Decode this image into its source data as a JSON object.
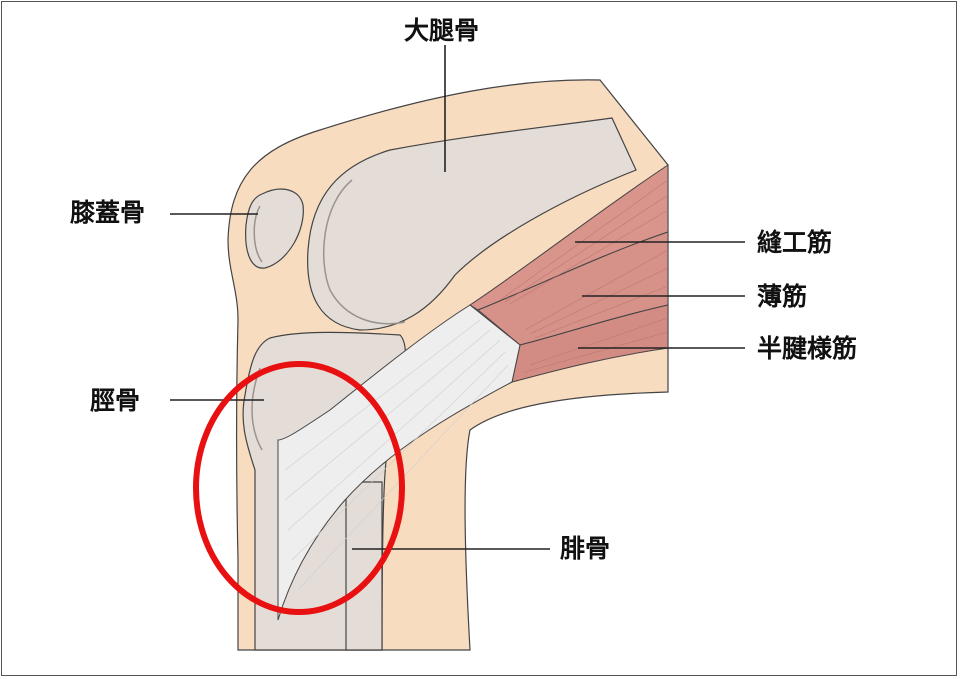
{
  "labels": {
    "femur": "大腿骨",
    "patella": "膝蓋骨",
    "tibia": "脛骨",
    "fibula": "腓骨",
    "sartorius": "縫工筋",
    "gracilis": "薄筋",
    "semitendinosus": "半腱様筋"
  },
  "colors": {
    "skin": "#f8dcc0",
    "bone": "#e4ddd7",
    "muscle": "#d9958c",
    "tendon": "#eeeeee",
    "outline": "#444444",
    "highlight_circle": "#e81010"
  }
}
